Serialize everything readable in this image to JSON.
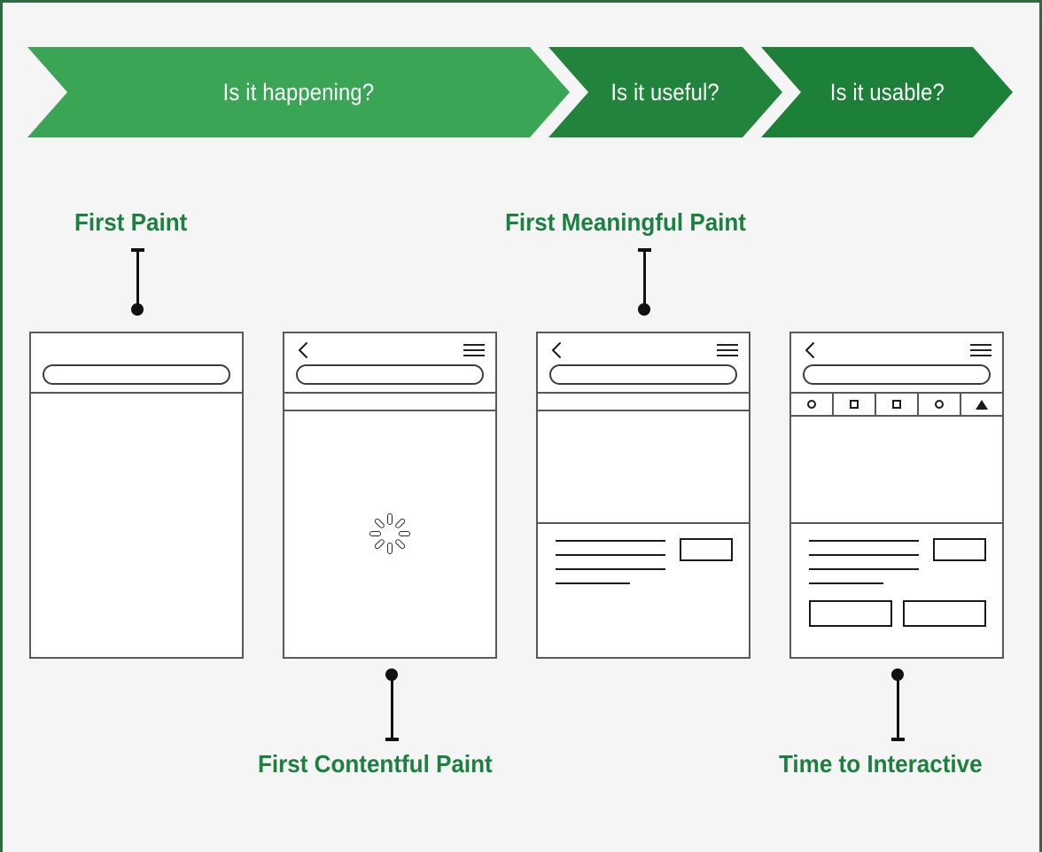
{
  "page": {
    "background_color": "#f5f5f5",
    "border_color": "#2c6b3f"
  },
  "banner": {
    "phases": [
      {
        "label": "Is it happening?",
        "color": "#3ba556"
      },
      {
        "label": "Is it useful?",
        "color": "#22843c"
      },
      {
        "label": "Is it usable?",
        "color": "#1c8038"
      }
    ]
  },
  "metrics": {
    "accent_color": "#1b8040",
    "first_paint": "First Paint",
    "first_meaningful_paint": "First Meaningful Paint",
    "first_contentful_paint": "First Contentful Paint",
    "time_to_interactive": "Time to Interactive"
  },
  "phones": [
    {
      "id": "phone-1",
      "metric": "First Paint",
      "has_back_arrow": false,
      "has_hamburger": false,
      "has_url_pill": true,
      "has_strip_band": false,
      "has_icon_toolbar": false,
      "has_spinner": false,
      "has_content_block": false,
      "has_button_row": false
    },
    {
      "id": "phone-2",
      "metric": "First Contentful Paint",
      "has_back_arrow": true,
      "has_hamburger": true,
      "has_url_pill": true,
      "has_strip_band": true,
      "has_icon_toolbar": false,
      "has_spinner": true,
      "has_content_block": false,
      "has_button_row": false
    },
    {
      "id": "phone-3",
      "metric": "First Meaningful Paint",
      "has_back_arrow": true,
      "has_hamburger": true,
      "has_url_pill": true,
      "has_strip_band": true,
      "has_icon_toolbar": false,
      "has_spinner": false,
      "has_content_block": true,
      "has_button_row": false
    },
    {
      "id": "phone-4",
      "metric": "Time to Interactive",
      "has_back_arrow": true,
      "has_hamburger": true,
      "has_url_pill": true,
      "has_strip_band": false,
      "has_icon_toolbar": true,
      "has_spinner": false,
      "has_content_block": true,
      "has_button_row": true
    }
  ],
  "toolbar_icons": [
    "circle-icon",
    "square-icon",
    "square-icon",
    "circle-icon",
    "triangle-icon"
  ],
  "connectors": [
    {
      "metric": "First Paint",
      "direction": "down"
    },
    {
      "metric": "First Meaningful Paint",
      "direction": "down"
    },
    {
      "metric": "First Contentful Paint",
      "direction": "up"
    },
    {
      "metric": "Time to Interactive",
      "direction": "up"
    }
  ]
}
